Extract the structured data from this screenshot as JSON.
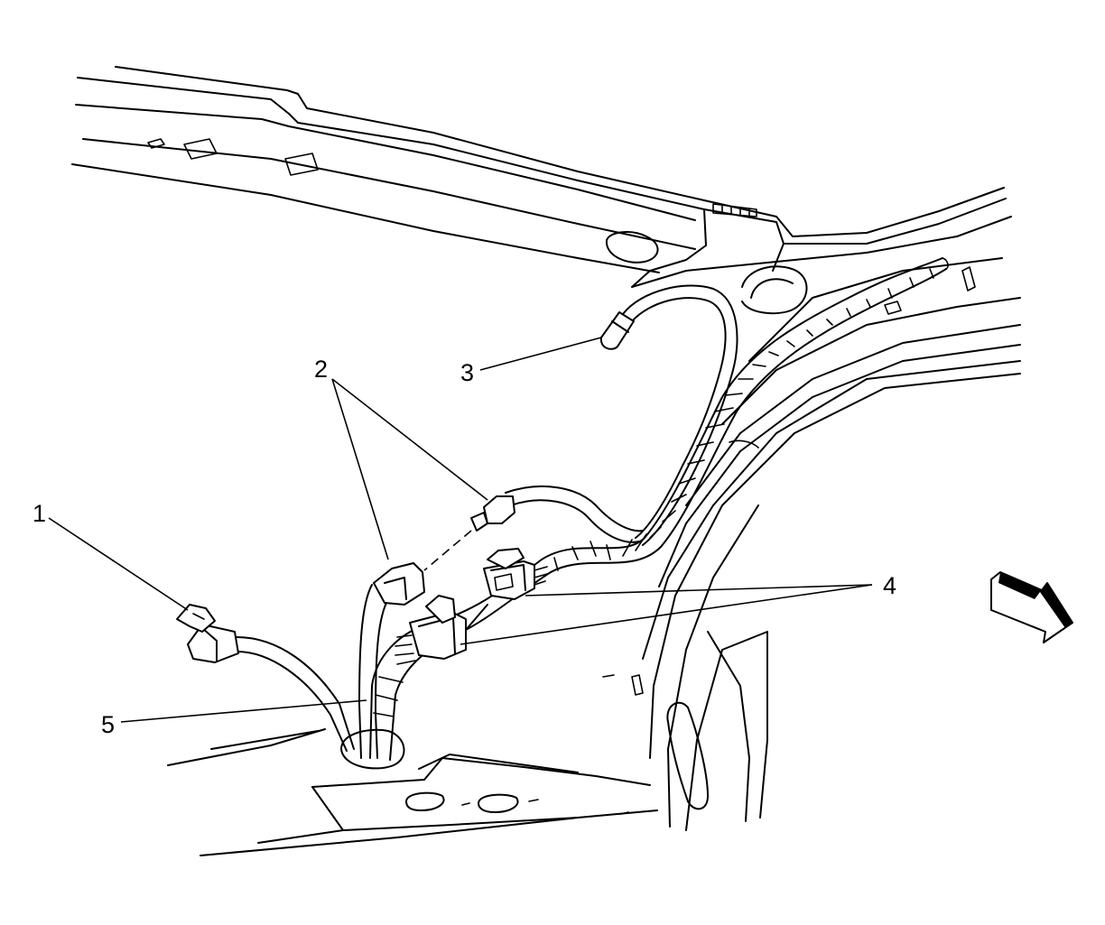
{
  "callouts": [
    {
      "id": "1",
      "text": "1"
    },
    {
      "id": "2",
      "text": "2"
    },
    {
      "id": "3",
      "text": "3"
    },
    {
      "id": "4",
      "text": "4"
    },
    {
      "id": "5",
      "text": "5"
    }
  ],
  "icons": {
    "direction_arrow": "forward-direction-arrow-icon"
  },
  "colors": {
    "line": "#000000",
    "background": "#ffffff"
  }
}
